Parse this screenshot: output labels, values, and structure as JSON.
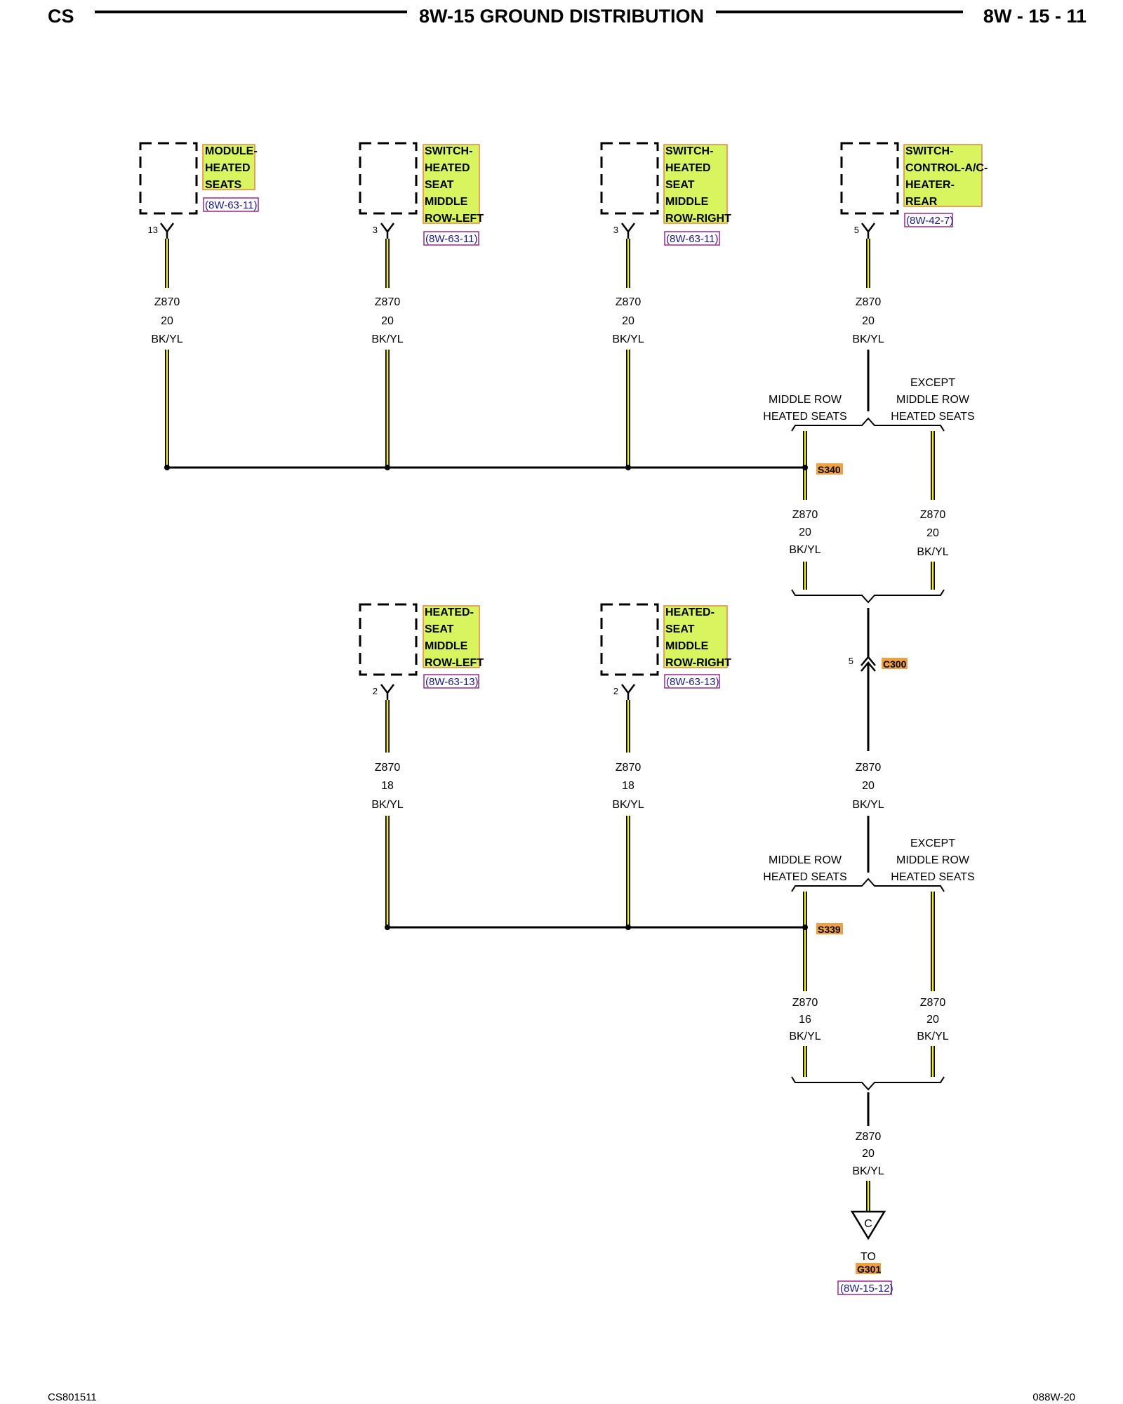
{
  "header": {
    "left": "CS",
    "title": "8W-15 GROUND DISTRIBUTION",
    "page": "8W - 15 - 11"
  },
  "footer": {
    "left": "CS801511",
    "right": "088W-20"
  },
  "colors": {
    "wire_fill": "#f2ec1a",
    "label_highlight": "#d8f560",
    "label_border": "#e8843a",
    "ref_border": "#9a2a8a",
    "ref_text": "#1a1a8c"
  },
  "components": {
    "module_heated_seats": {
      "lines": [
        "MODULE-",
        "HEATED",
        "SEATS"
      ],
      "ref": "(8W-63-11)",
      "pin": "13"
    },
    "switch_heated_seat_middle_row_left": {
      "lines": [
        "SWITCH-",
        "HEATED",
        "SEAT",
        "MIDDLE",
        "ROW-LEFT"
      ],
      "ref": "(8W-63-11)",
      "pin": "3"
    },
    "switch_heated_seat_middle_row_right": {
      "lines": [
        "SWITCH-",
        "HEATED",
        "SEAT",
        "MIDDLE",
        "ROW-RIGHT"
      ],
      "ref": "(8W-63-11)",
      "pin": "3"
    },
    "switch_control_ac_heater_rear": {
      "lines": [
        "SWITCH-",
        "CONTROL-A/C-",
        "HEATER-",
        "REAR"
      ],
      "ref": "(8W-42-7)",
      "pin": "5"
    },
    "heated_seat_middle_row_left": {
      "lines": [
        "HEATED-",
        "SEAT",
        "MIDDLE",
        "ROW-LEFT"
      ],
      "ref": "(8W-63-13)",
      "pin": "2"
    },
    "heated_seat_middle_row_right": {
      "lines": [
        "HEATED-",
        "SEAT",
        "MIDDLE",
        "ROW-RIGHT"
      ],
      "ref": "(8W-63-13)",
      "pin": "2"
    }
  },
  "wire_labels": {
    "w1": [
      "Z870",
      "20",
      "BK/YL"
    ],
    "w2": [
      "Z870",
      "20",
      "BK/YL"
    ],
    "w3": [
      "Z870",
      "20",
      "BK/YL"
    ],
    "w4": [
      "Z870",
      "20",
      "BK/YL"
    ],
    "w5": [
      "Z870",
      "20",
      "BK/YL"
    ],
    "w6": [
      "Z870",
      "20",
      "BK/YL"
    ],
    "w7": [
      "Z870",
      "18",
      "BK/YL"
    ],
    "w8": [
      "Z870",
      "18",
      "BK/YL"
    ],
    "w9": [
      "Z870",
      "20",
      "BK/YL"
    ],
    "w10": [
      "Z870",
      "16",
      "BK/YL"
    ],
    "w11": [
      "Z870",
      "20",
      "BK/YL"
    ],
    "w12": [
      "Z870",
      "20",
      "BK/YL"
    ]
  },
  "options": {
    "upper_left": [
      "MIDDLE ROW",
      "HEATED SEATS"
    ],
    "upper_right": [
      "EXCEPT",
      "MIDDLE ROW",
      "HEATED SEATS"
    ],
    "lower_left": [
      "MIDDLE ROW",
      "HEATED SEATS"
    ],
    "lower_right": [
      "EXCEPT",
      "MIDDLE ROW",
      "HEATED SEATS"
    ]
  },
  "splices": {
    "upper": "S340",
    "lower": "S339"
  },
  "connector": {
    "name": "C300",
    "pin": "5"
  },
  "ground": {
    "symbol": "C",
    "to": "TO",
    "name": "G301",
    "ref": "(8W-15-12)"
  }
}
